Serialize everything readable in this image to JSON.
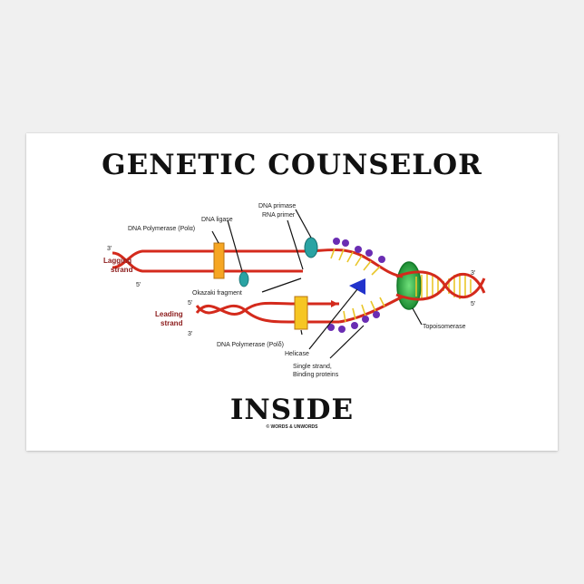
{
  "heading": "GENETIC COUNSELOR",
  "footer_text": "INSIDE",
  "copyright": "© WORDS & UNWORDS",
  "diagram_labels": {
    "dna_primase": "DNA primase",
    "rna_primer": "RNA primer",
    "dna_ligase": "DNA ligase",
    "dna_pol_alpha": "DNA Polymerase (Polα)",
    "lagging_1": "Lagging",
    "lagging_2": "strand",
    "leading_1": "Leading",
    "leading_2": "strand",
    "okazaki": "Okazaki fragment",
    "dna_pol_delta": "DNA Polymerase (Polδ)",
    "helicase": "Helicase",
    "ssb_1": "Single strand,",
    "ssb_2": "Binding proteins",
    "topoisomerase": "Topoisomerase",
    "end_3a": "3'",
    "end_5a": "5'",
    "end_5b": "5'",
    "end_3b": "3'",
    "end_3c": "3'",
    "end_5c": "5'"
  },
  "colors": {
    "strand_red": "#d42a1c",
    "rungs_green": "#8fb83a",
    "rungs_yellow": "#e9c62a",
    "polymerase_orange": "#f6a623",
    "primase_teal": "#2aa3a3",
    "helicase_blue": "#2233cc",
    "ssb_purple": "#6a2db3",
    "topoisomerase_green": "#1e9e3c",
    "label_red": "#8b1a1a"
  }
}
